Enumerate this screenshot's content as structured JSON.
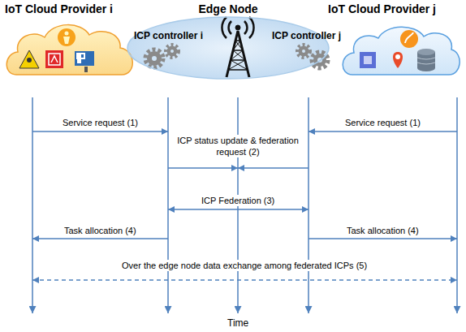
{
  "diagram": {
    "nodes": [
      {
        "text": [
          "IoT Cloud Provider i"
        ]
      },
      {
        "text": [
          "Edge Node"
        ]
      },
      {
        "text": [
          "ICP controller i"
        ],
        "in": 1
      },
      {
        "text": [
          "ICP controller j"
        ],
        "in": 1
      },
      {
        "text": [
          "IoT Cloud Provider j"
        ]
      }
    ],
    "edges": [
      {
        "from": 0,
        "to": 2,
        "label": "Service request (1)",
        "arrow": "to"
      },
      {
        "from": 4,
        "to": 3,
        "label": "Service request (1)",
        "arrow": "to"
      },
      {
        "from": 2,
        "to": 1,
        "arrow": "to"
      },
      {
        "from": 3,
        "to": 1,
        "arrow": "to"
      },
      {
        "from": 2,
        "to": 3,
        "label": "ICP Federation (3)",
        "arrow": "both"
      },
      {
        "from": 2,
        "to": 0,
        "label": "Task allocation (4)",
        "arrow": "to"
      },
      {
        "from": 3,
        "to": 4,
        "label": "Task allocation (4)",
        "arrow": "to"
      },
      {
        "from": 0,
        "to": 4,
        "label": "Over the edge node data exchange among federated ICPs (5)",
        "arrow": "both"
      }
    ],
    "labels": [
      "ICP status update & federation request (2)",
      "Time"
    ]
  }
}
